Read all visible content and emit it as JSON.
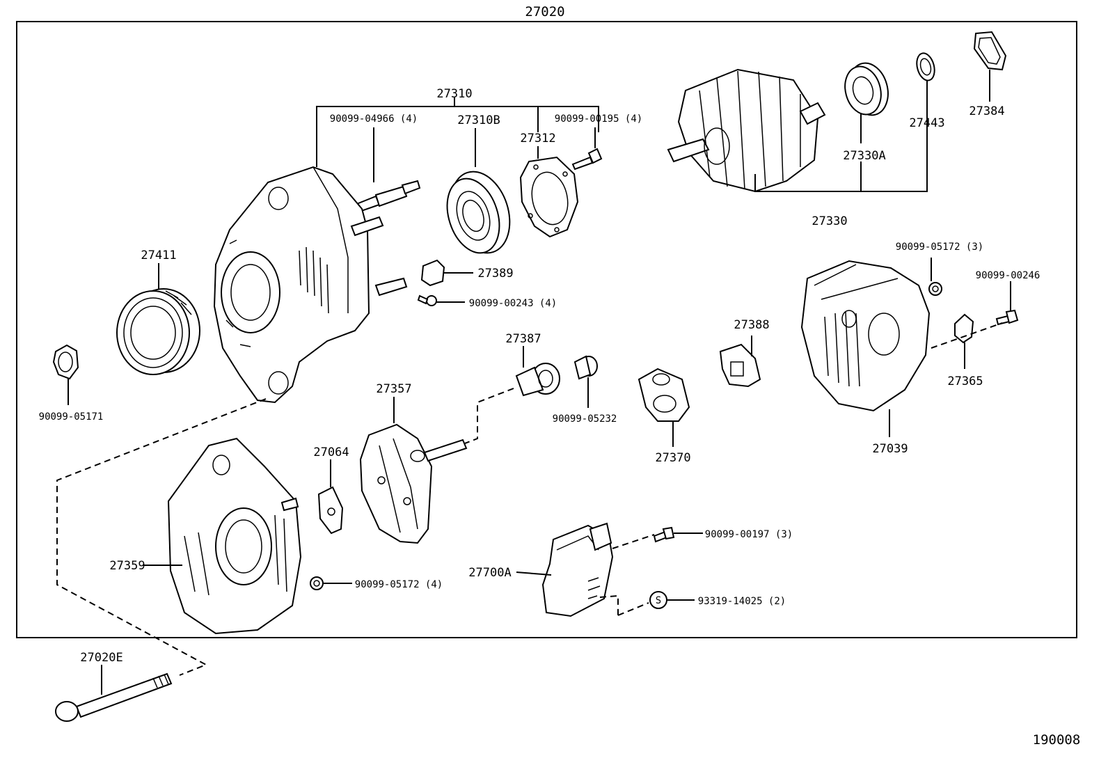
{
  "diagram": {
    "assembly_number": "27020",
    "page_code": "190008",
    "labels": {
      "p27310": "27310",
      "p90099_04966": "90099-04966 (4)",
      "p27310B": "27310B",
      "p27312": "27312",
      "p90099_00195": "90099-00195 (4)",
      "p27330A": "27330A",
      "p27443": "27443",
      "p27384": "27384",
      "p27330": "27330",
      "p27411": "27411",
      "p27389": "27389",
      "p90099_00243": "90099-00243 (4)",
      "p90099_05172_3": "90099-05172 (3)",
      "p90099_00246": "90099-00246",
      "p27388": "27388",
      "p27387": "27387",
      "p27365": "27365",
      "p90099_05171": "90099-05171",
      "p27357": "27357",
      "p90099_05232": "90099-05232",
      "p27370": "27370",
      "p27039": "27039",
      "p27064": "27064",
      "p90099_00197": "90099-00197 (3)",
      "p27359": "27359",
      "p90099_05172_4": "90099-05172 (4)",
      "p27700A": "27700A",
      "p93319_14025": "93319-14025 (2)",
      "p27020E": "27020E"
    },
    "symbol_s": "S"
  }
}
